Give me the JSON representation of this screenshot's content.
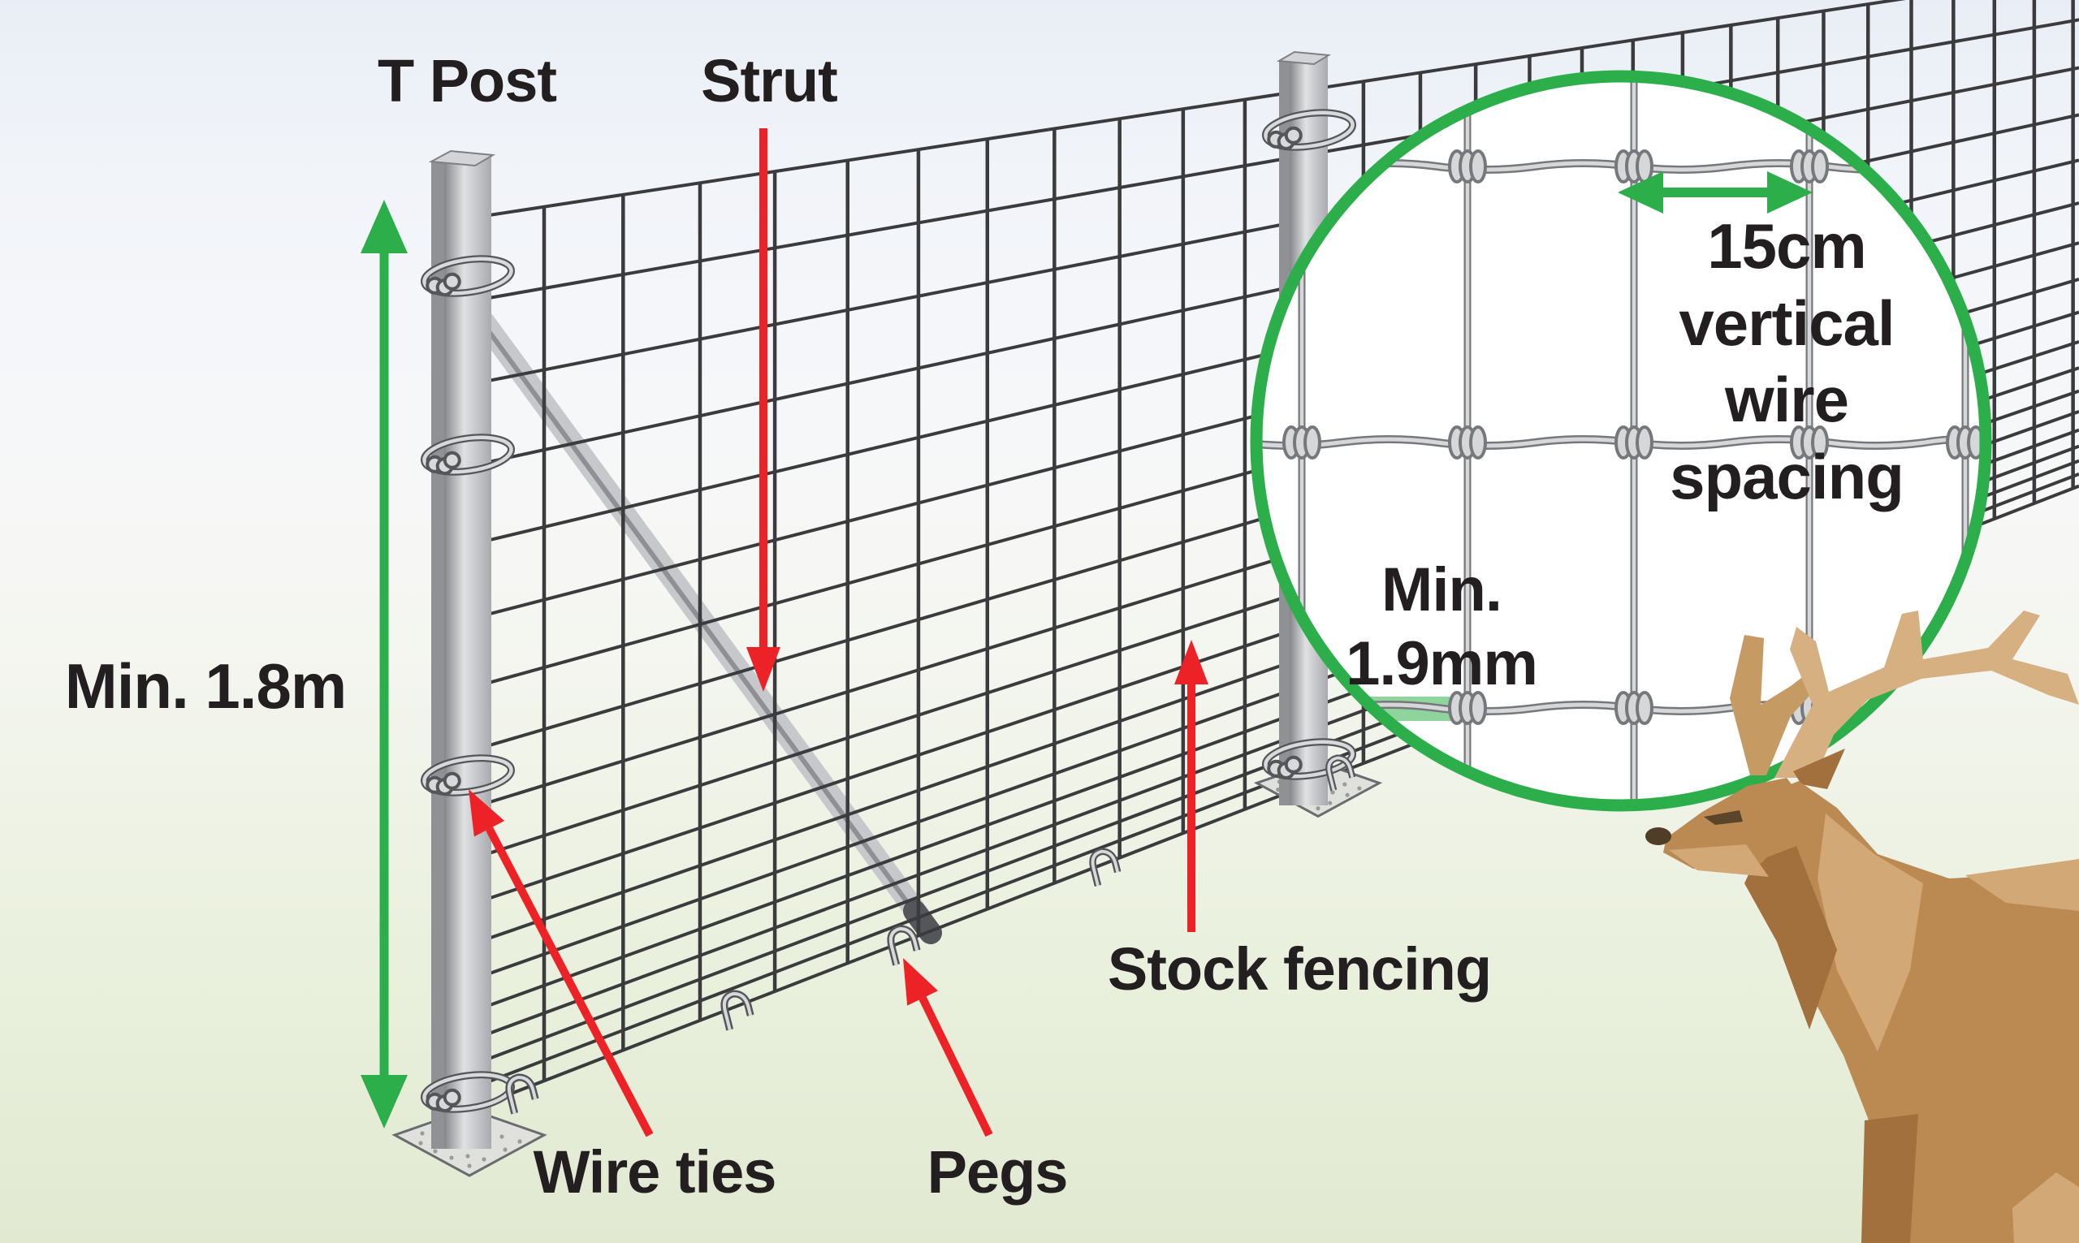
{
  "title": "Deer fencing installation diagram",
  "labels": {
    "t_post": "T Post",
    "strut": "Strut",
    "min_height": "Min. 1.8m",
    "wire_ties": "Wire ties",
    "pegs": "Pegs",
    "stock_fencing": "Stock fencing"
  },
  "inset": {
    "spacing_line1": "15cm",
    "spacing_line2": "vertical",
    "spacing_line3": "wire",
    "spacing_line4": "spacing",
    "gauge_line1": "Min.",
    "gauge_line2": "1.9mm"
  },
  "colors": {
    "text": "#231f20",
    "green": "#2cae4b",
    "red": "#ec2227",
    "fence_wire": "#3b3b3d",
    "post_dark": "#85878b",
    "post_mid": "#a8aaae",
    "post_light": "#e0e1e3",
    "post_flange": "#8f9195",
    "post_cap": "#d3d4d7",
    "strut_fill": "#c7c8cc",
    "strut_edge": "#8e9094",
    "strut_cap": "#55565a",
    "tie_light": "#d8d9db",
    "tie_dark": "#55565a",
    "concrete_fill": "#e0e1dd",
    "concrete_edge": "#6a6b6f",
    "concrete_dot": "#9b9c98",
    "inset_bg": "#ffffff",
    "wire_light": "#d6d7d9",
    "wire_dark": "#77787c",
    "highlight_green": "#8fd49c",
    "deer_main": "#bb8a52",
    "deer_light": "#d2a876",
    "deer_dark": "#a1703d",
    "deer_antler": "#d7b082",
    "deer_antler_back": "#c69b63",
    "deer_nose": "#4f3d27",
    "deer_eye": "#5b452a"
  }
}
